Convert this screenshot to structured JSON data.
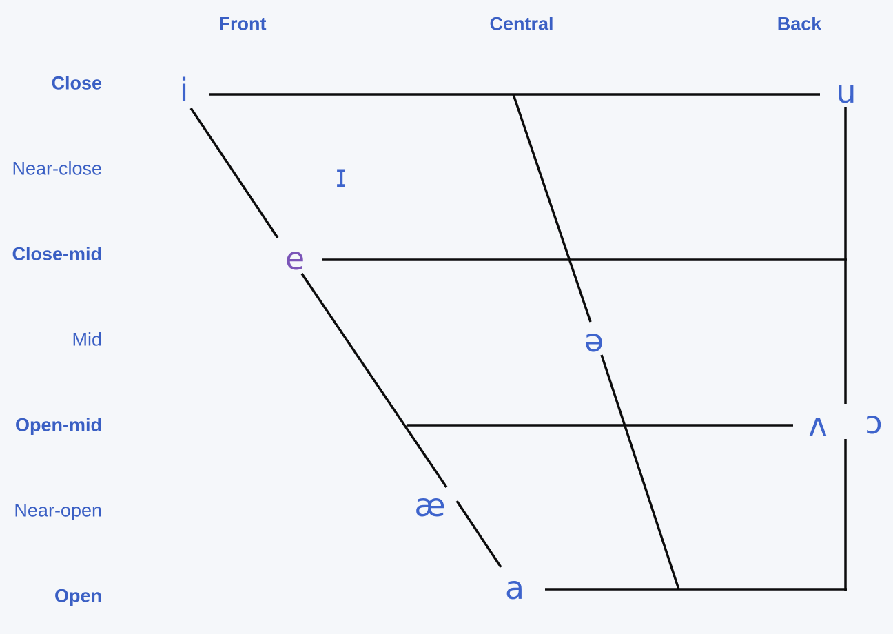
{
  "chart": {
    "type": "ipa-vowel-chart",
    "column_headers": [
      "Front",
      "Central",
      "Back"
    ],
    "row_labels": [
      "Close",
      "Near-close",
      "Close-mid",
      "Mid",
      "Open-mid",
      "Near-open",
      "Open"
    ],
    "vowels": [
      {
        "symbol": "i",
        "height": "Close",
        "backness": "Front"
      },
      {
        "symbol": "u",
        "height": "Close",
        "backness": "Back"
      },
      {
        "symbol": "ɪ",
        "height": "Near-close",
        "backness": "Front"
      },
      {
        "symbol": "e",
        "height": "Close-mid",
        "backness": "Front"
      },
      {
        "symbol": "ə",
        "height": "Mid",
        "backness": "Central"
      },
      {
        "symbol": "ʌ",
        "height": "Open-mid",
        "backness": "Back"
      },
      {
        "symbol": "ɔ",
        "height": "Open-mid",
        "backness": "Back"
      },
      {
        "symbol": "æ",
        "height": "Near-open",
        "backness": "Front"
      },
      {
        "symbol": "a",
        "height": "Open",
        "backness": "Front"
      }
    ],
    "colors": {
      "background": "#f5f7fa",
      "label_blue": "#3a5fc4",
      "vowel_blue": "#3e64cc",
      "vowel_purple": "#7b55b8",
      "line_black": "#0c0c0c"
    }
  }
}
